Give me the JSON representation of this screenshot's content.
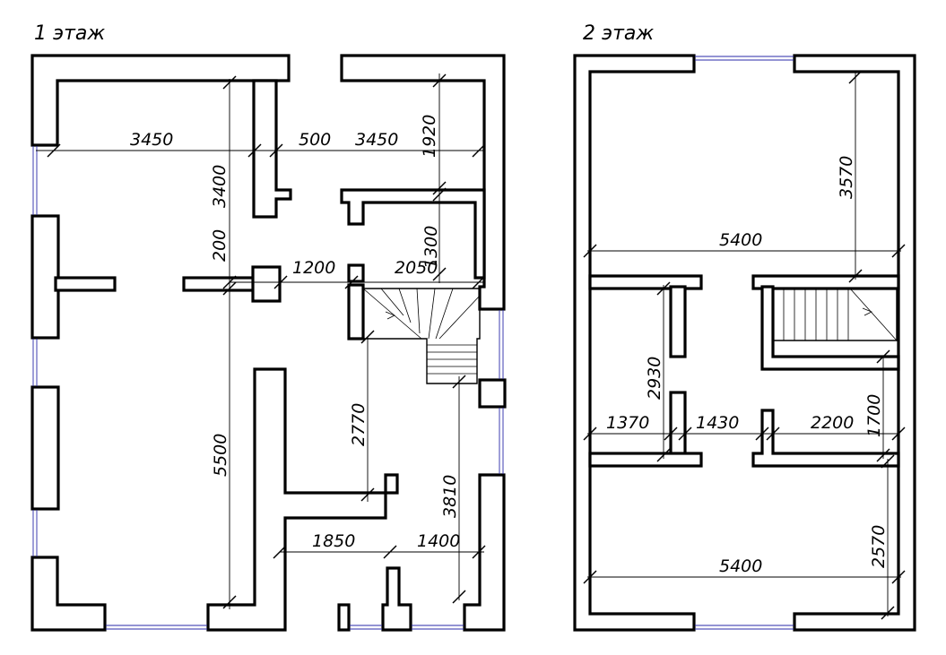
{
  "floors": [
    {
      "title": "1 этаж",
      "dimensions": {
        "top_left_width": "3450",
        "partition": "500",
        "top_right_width": "3450",
        "top_right_depth": "1920",
        "hall_depth": "3400",
        "wall_gap": "200",
        "corridor": "1200",
        "stair_width": "2050",
        "small_room_depth": "1300",
        "left_depth": "5500",
        "stair_run": "2770",
        "right_depth": "3810",
        "bath_width": "1850",
        "entry_width": "1400"
      }
    },
    {
      "title": "2 этаж",
      "dimensions": {
        "top_depth": "3570",
        "top_width": "5400",
        "left_room_depth": "2930",
        "left_room_width": "1370",
        "corridor_width": "1430",
        "right_room_width": "2200",
        "right_room_depth": "1700",
        "bottom_depth": "2570",
        "bottom_width": "5400"
      }
    }
  ]
}
